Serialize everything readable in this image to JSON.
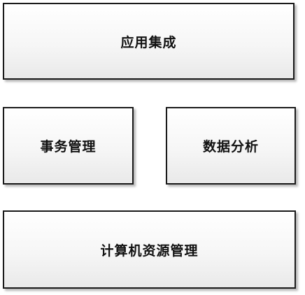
{
  "diagram": {
    "layers": [
      {
        "id": "integration",
        "label": "应用集成"
      },
      {
        "id": "transaction",
        "label": "事务管理"
      },
      {
        "id": "analytics",
        "label": "数据分析"
      },
      {
        "id": "resources",
        "label": "计算机资源管理"
      }
    ]
  }
}
